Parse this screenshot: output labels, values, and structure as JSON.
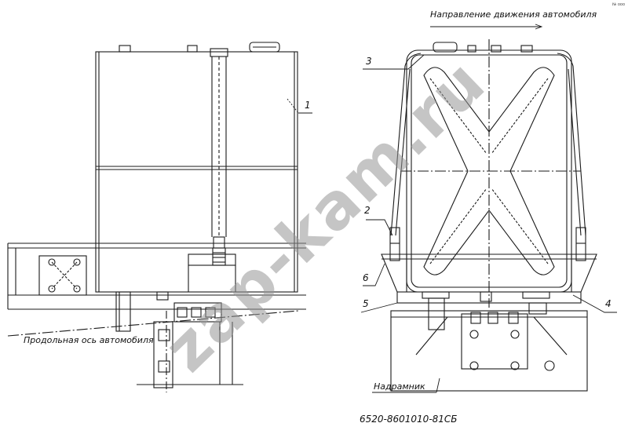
{
  "diagram": {
    "direction_caption": "Направление движения автомобиля",
    "longitudinal_axis_caption": "Продольная ось автомобиля",
    "subframe_caption": "Надрамник",
    "drawing_code": "6520-8601010-81СБ",
    "watermark": "zap-kam.ru",
    "corner_mark": "№ ооо",
    "callouts": [
      "1",
      "2",
      "3",
      "4",
      "5",
      "6"
    ],
    "colors": {
      "line": "#1a1a1a",
      "watermark": "#9a9a9a",
      "background": "#ffffff"
    }
  }
}
